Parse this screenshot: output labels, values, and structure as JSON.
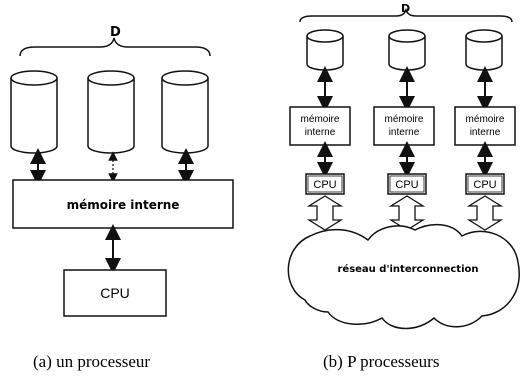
{
  "diagrams": {
    "single": {
      "brace_label": "D",
      "memory_label": "mémoire interne",
      "cpu_label": "CPU",
      "caption": "(a) un processeur"
    },
    "multi": {
      "brace_label": "D",
      "memory_label_line1": "mémoire",
      "memory_label_line2": "interne",
      "cpu_label": "CPU",
      "network_label": "réseau d'interconnection",
      "caption": "(b) P processeurs"
    }
  }
}
